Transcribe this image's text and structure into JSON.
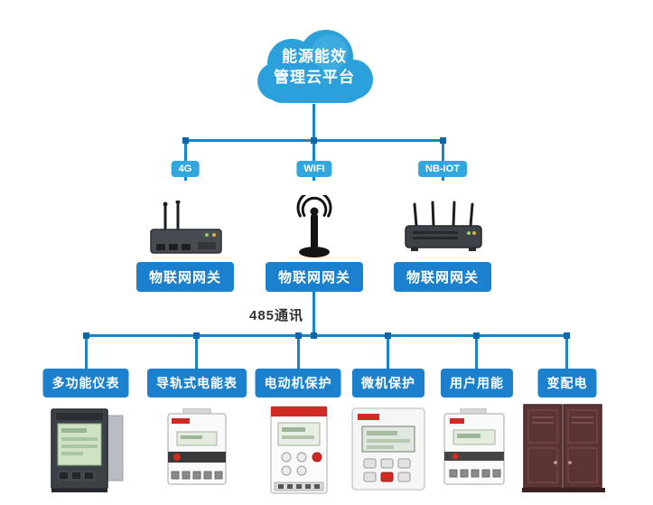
{
  "cloud": {
    "line1": "能源能效",
    "line2": "管理云平台"
  },
  "gateways": [
    {
      "badge": "4G",
      "label": "物联网网关",
      "icon": "cellular-router-icon"
    },
    {
      "badge": "WIFI",
      "label": "物联网网关",
      "icon": "wifi-antenna-icon"
    },
    {
      "badge": "NB-IOT",
      "label": "物联网网关",
      "icon": "nbiot-router-icon"
    }
  ],
  "bus": {
    "label": "485通讯"
  },
  "devices": [
    {
      "label": "多功能仪表",
      "icon": "multifunction-panel-meter-icon"
    },
    {
      "label": "导轨式电能表",
      "icon": "din-rail-energy-meter-icon"
    },
    {
      "label": "电动机保护",
      "icon": "motor-protection-device-icon"
    },
    {
      "label": "微机保护",
      "icon": "microcomputer-protection-relay-icon"
    },
    {
      "label": "用户用能",
      "icon": "user-energy-meter-icon"
    },
    {
      "label": "变配电",
      "icon": "power-distribution-cabinet-icon"
    }
  ],
  "colors": {
    "line": "#1787ca",
    "junction_node": "#0d67a8",
    "badge_bg": "#32a7df",
    "label_bg": "#1b80ce",
    "cloud": "#2ba0db",
    "bus_label_text": "#333333"
  }
}
